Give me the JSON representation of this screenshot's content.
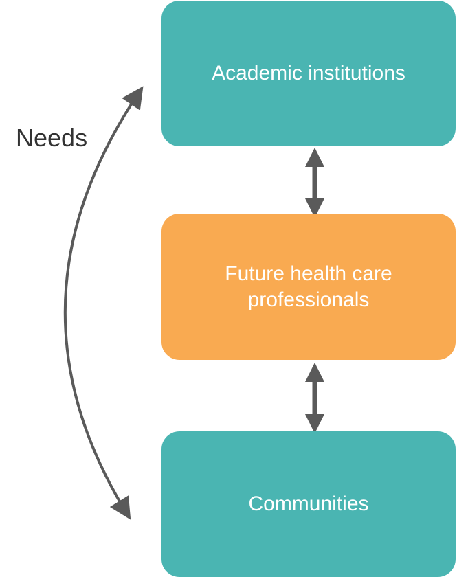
{
  "nodes": [
    {
      "label": "Academic institutions",
      "color": "#4ab5b2"
    },
    {
      "label": "Future health care professionals",
      "color": "#f9aa51"
    },
    {
      "label": "Communities",
      "color": "#4ab5b2"
    }
  ],
  "curve_label": "Needs",
  "arrow_color": "#5a5a5a"
}
